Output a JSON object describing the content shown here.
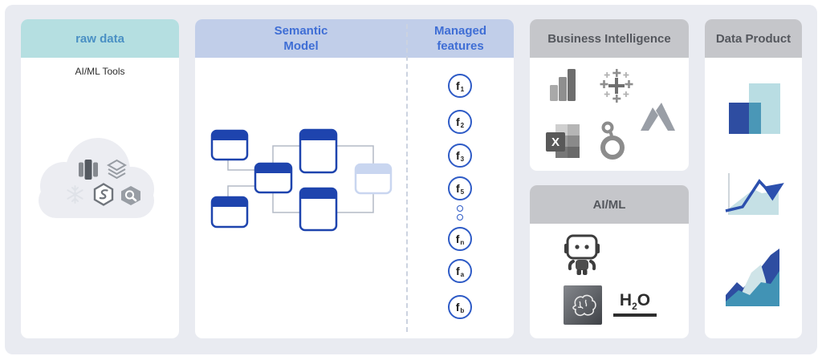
{
  "colors": {
    "canvas_bg": "#e9ebf1",
    "teal_header_bg": "#b5dfe1",
    "blue_header_bg": "#c1cee9",
    "gray_header_bg": "#c5c6ca",
    "raw_data_title": "#4a90c4",
    "semantic_title": "#3f6ed5",
    "gray_title": "#54575d",
    "table_blue": "#1e44ae",
    "table_light_blue": "#c9d6f0",
    "feature_ring_blue": "#2e5bc6",
    "connector_gray": "#b4bac6",
    "chart_dark_blue": "#2e4da1",
    "chart_medium_blue": "#4193b5",
    "chart_light_teal": "#b9dde3"
  },
  "panels": {
    "raw_data": {
      "title": "raw data",
      "subtitle": "AI/ML Tools",
      "cloud_icons": [
        "redshift",
        "delta-lake-layers",
        "snowflake",
        "snowflake-s-hexagon",
        "bigquery"
      ]
    },
    "semantic_model": {
      "title": [
        "Semantic",
        "Model"
      ],
      "features_title": [
        "Managed",
        "features"
      ],
      "feature_symbol": "f",
      "feature_subscripts": [
        "1",
        "2",
        "3",
        "5",
        "n",
        "a",
        "b"
      ]
    },
    "business_intelligence": {
      "title": "Business Intelligence",
      "excel_letter": "X",
      "icons": [
        "power-bi",
        "tableau",
        "azure",
        "excel",
        "looker"
      ]
    },
    "ai_ml": {
      "title": "AI/ML",
      "h2o": {
        "pre": "H",
        "sub": "2",
        "post": "O"
      },
      "icons": [
        "robot",
        "brain-chip",
        "h2o"
      ]
    },
    "data_product": {
      "title": "Data Product",
      "icons": [
        "overlap-bar-chart",
        "line-chart-arrow",
        "stacked-area-chart"
      ]
    }
  }
}
